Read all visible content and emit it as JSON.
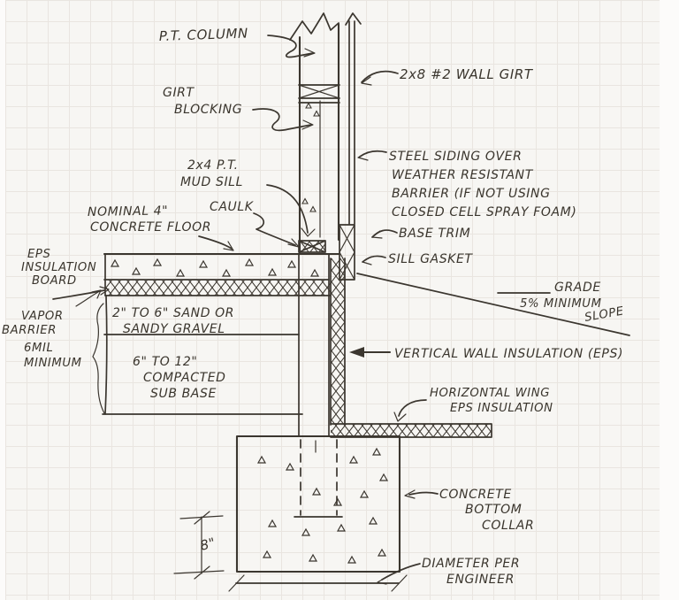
{
  "document": {
    "kind": "hand-drawn construction detail sketch on graph paper"
  },
  "colors": {
    "paper": "#f7f6f3",
    "grid_line": "#e9e5e0",
    "ink": "#3b362f"
  },
  "labels": {
    "pt_column": "P.T. COLUMN",
    "wall_girt": "2x8 #2 WALL GIRT",
    "girt_blocking": {
      "lines": [
        "GIRT",
        "BLOCKING"
      ]
    },
    "steel_siding": {
      "lines": [
        "STEEL SIDING OVER",
        "WEATHER RESISTANT",
        "BARRIER (IF NOT USING",
        "CLOSED CELL SPRAY FOAM)"
      ]
    },
    "mud_sill": {
      "lines": [
        "2x4 P.T.",
        "MUD SILL"
      ]
    },
    "caulk": "CAULK",
    "nominal_floor": {
      "lines": [
        "NOMINAL 4\"",
        "CONCRETE FLOOR"
      ]
    },
    "base_trim": "BASE TRIM",
    "sill_gasket": "SILL GASKET",
    "eps_board": {
      "lines": [
        "EPS",
        "INSULATION",
        "BOARD"
      ]
    },
    "vapor_barrier": {
      "lines": [
        "VAPOR",
        "BARRIER",
        "6MIL",
        "MINIMUM"
      ]
    },
    "grade": {
      "lines": [
        "GRADE",
        "5% MINIMUM",
        "SLOPE"
      ]
    },
    "sand_layer": {
      "lines": [
        "2\" TO 6\" SAND OR",
        "SANDY GRAVEL"
      ]
    },
    "sub_base": {
      "lines": [
        "6\" TO 12\"",
        "COMPACTED",
        "SUB BASE"
      ]
    },
    "vertical_wall_insulation": "VERTICAL WALL INSULATION (EPS)",
    "horizontal_wing": {
      "lines": [
        "HORIZONTAL WING",
        "EPS INSULATION"
      ]
    },
    "concrete_collar": {
      "lines": [
        "CONCRETE",
        "BOTTOM",
        "COLLAR"
      ]
    },
    "diameter": {
      "lines": [
        "DIAMETER PER",
        "ENGINEER"
      ]
    },
    "dim_collar_height": "8\""
  }
}
